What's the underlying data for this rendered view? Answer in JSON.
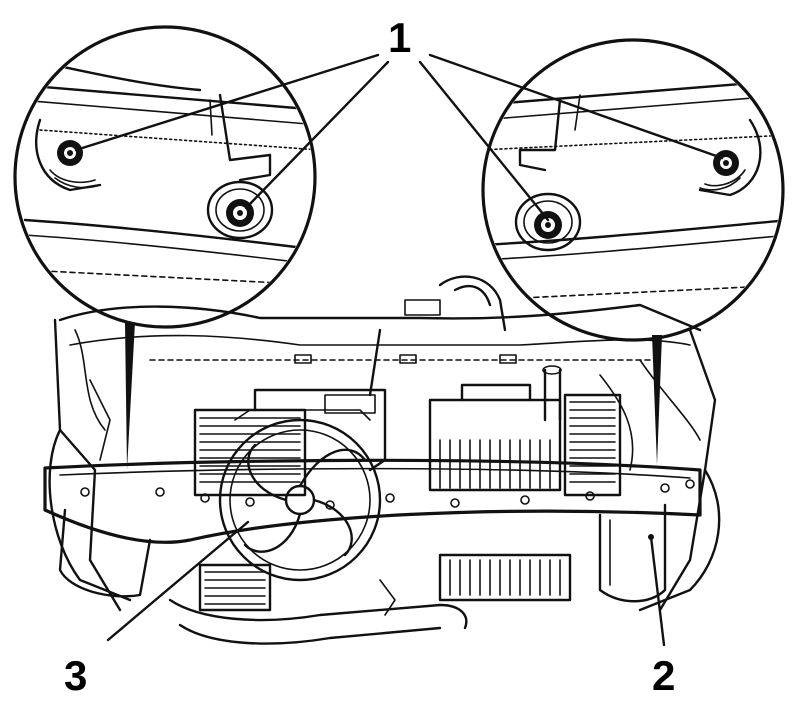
{
  "callouts": {
    "bolts": "1",
    "bumper_mount": "2",
    "bumper_reinforcement": "3"
  },
  "colors": {
    "ink": "#111111",
    "paper": "#ffffff"
  }
}
